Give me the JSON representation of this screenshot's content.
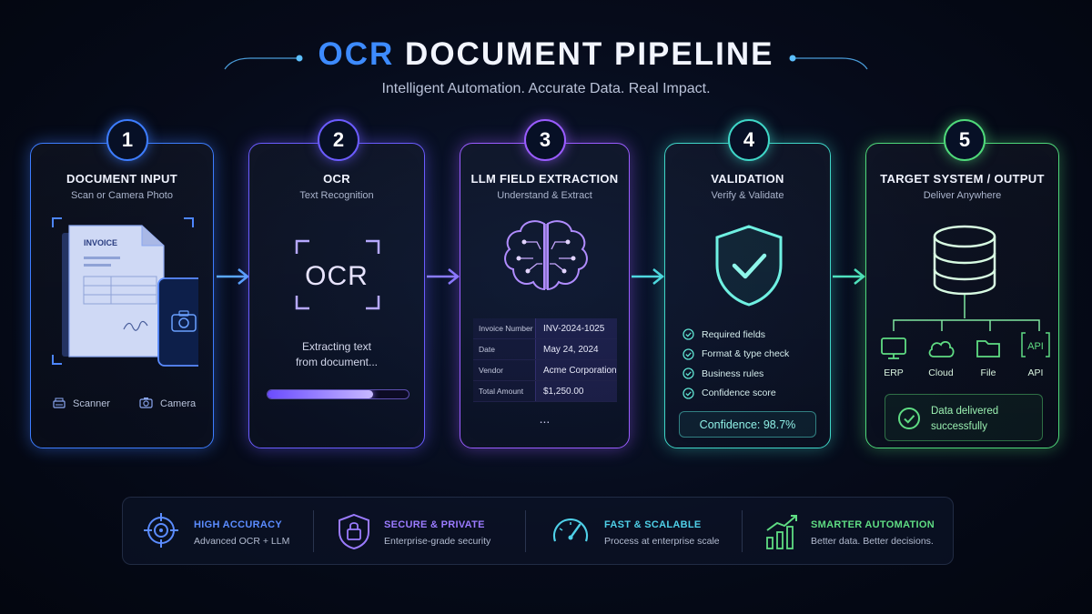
{
  "header": {
    "title_accent": "OCR",
    "title_rest": "DOCUMENT PIPELINE",
    "subtitle": "Intelligent Automation. Accurate Data. Real Impact."
  },
  "stages": [
    {
      "number": "1",
      "title": "DOCUMENT INPUT",
      "subtitle": "Scan or Camera Photo",
      "color": "#3d7dff",
      "doc_label": "INVOICE",
      "devices": [
        "Scanner",
        "Camera"
      ]
    },
    {
      "number": "2",
      "title": "OCR",
      "subtitle": "Text Recognition",
      "color": "#6b5cff",
      "ocr_word": "OCR",
      "message_line1": "Extracting text",
      "message_line2": "from document...",
      "progress": 0.75
    },
    {
      "number": "3",
      "title": "LLM FIELD EXTRACTION",
      "subtitle": "Understand & Extract",
      "color": "#9a5cff",
      "fields": [
        {
          "key": "Invoice Number",
          "value": "INV-2024-1025"
        },
        {
          "key": "Date",
          "value": "May 24, 2024"
        },
        {
          "key": "Vendor",
          "value": "Acme Corporation"
        },
        {
          "key": "Total Amount",
          "value": "$1,250.00"
        }
      ],
      "more": "..."
    },
    {
      "number": "4",
      "title": "VALIDATION",
      "subtitle": "Verify & Validate",
      "color": "#3fd6c8",
      "checks": [
        "Required fields",
        "Format & type check",
        "Business rules",
        "Confidence score"
      ],
      "confidence": "Confidence:  98.7%"
    },
    {
      "number": "5",
      "title": "TARGET SYSTEM / OUTPUT",
      "subtitle": "Deliver Anywhere",
      "color": "#4fd97a",
      "targets": [
        "ERP",
        "Cloud",
        "File",
        "API"
      ],
      "api_glyph": "API",
      "delivered_line1": "Data delivered",
      "delivered_line2": "successfully"
    }
  ],
  "features": [
    {
      "title": "HIGH ACCURACY",
      "subtitle": "Advanced OCR + LLM",
      "color": "#5b8cff",
      "icon": "target-icon"
    },
    {
      "title": "SECURE & PRIVATE",
      "subtitle": "Enterprise-grade security",
      "color": "#9b7bff",
      "icon": "lock-shield-icon"
    },
    {
      "title": "FAST & SCALABLE",
      "subtitle": "Process at enterprise scale",
      "color": "#4fd0e8",
      "icon": "speedometer-icon"
    },
    {
      "title": "SMARTER AUTOMATION",
      "subtitle": "Better data. Better decisions.",
      "color": "#5fdc83",
      "icon": "growth-chart-icon"
    }
  ]
}
